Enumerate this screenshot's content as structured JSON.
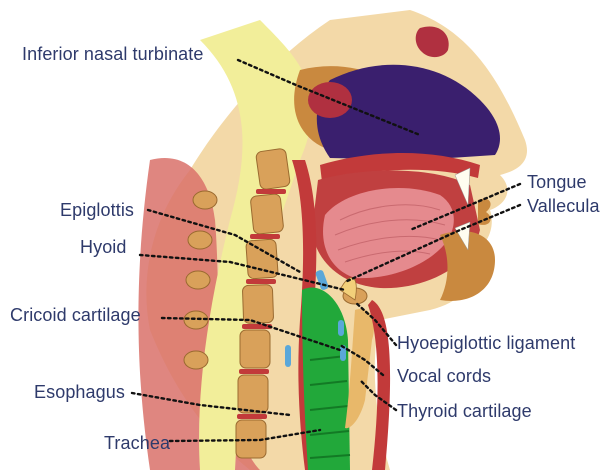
{
  "labels": {
    "inferior_nasal_turbinate": "Inferior nasal turbinate",
    "epiglottis": "Epiglottis",
    "hyoid": "Hyoid",
    "cricoid_cartilage": "Cricoid cartilage",
    "esophagus": "Esophagus",
    "trachea": "Trachea",
    "tongue": "Tongue",
    "vallecula": "Vallecula",
    "hyoepiglottic_ligament": "Hyoepiglottic ligament",
    "vocal_cords": "Vocal cords",
    "thyroid_cartilage": "Thyroid cartilage"
  },
  "colors": {
    "label_text": "#2e3a6b",
    "nasal_cavity": "#3a1f6e",
    "skin": "#f3d9a8",
    "tissue": "#c9893f",
    "muscle": "#c23a3a",
    "tongue": "#e58a8e",
    "spinal_cord": "#f2ee9a",
    "vertebra": "#d9a15a",
    "trachea": "#22a83a",
    "vessel_blue": "#5aa7d9"
  }
}
